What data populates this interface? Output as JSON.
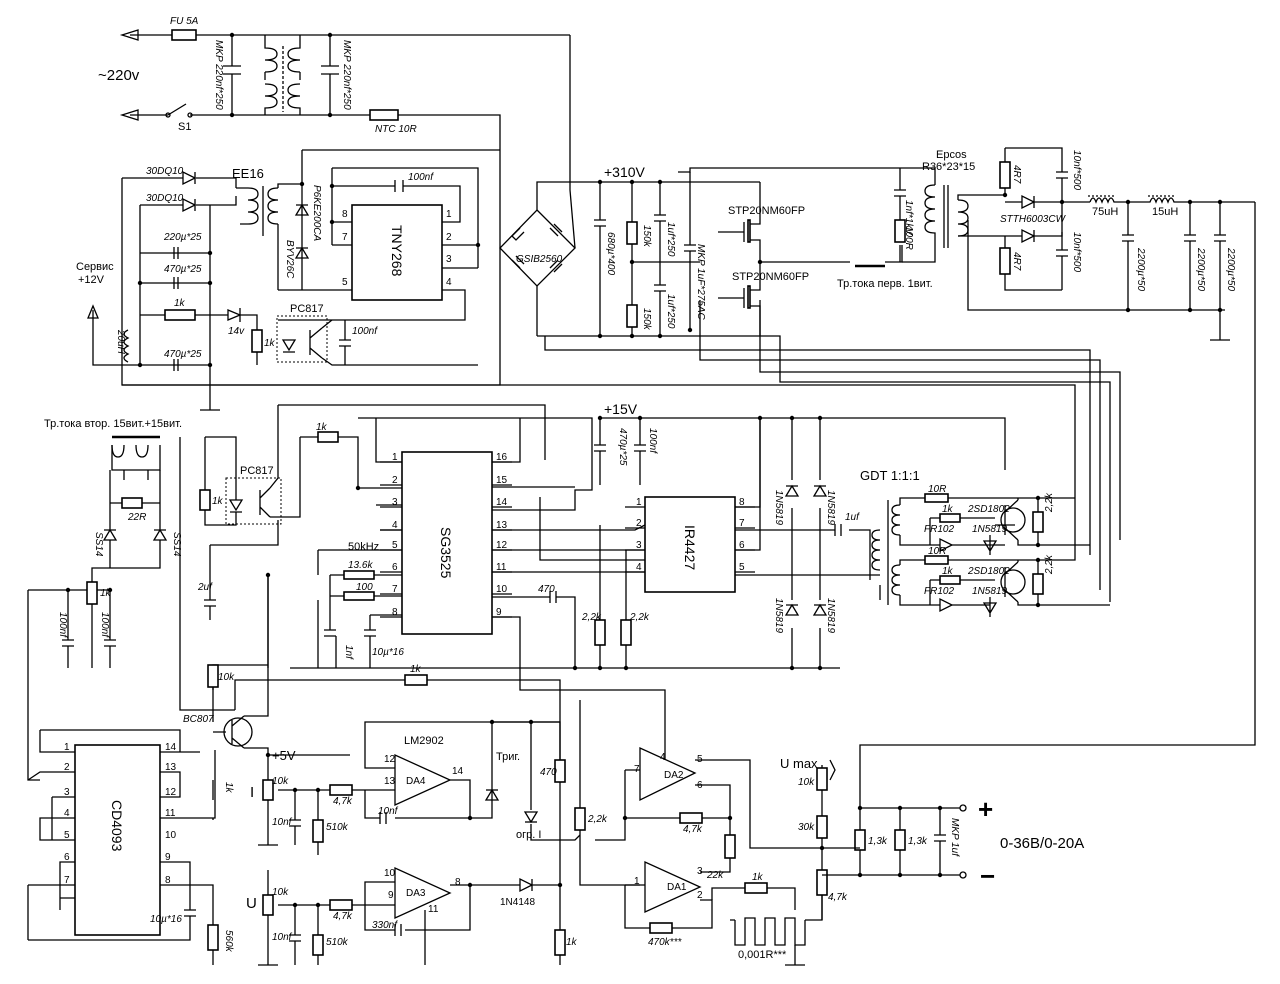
{
  "mains": {
    "voltage": "~220v",
    "fuse": "FU 5A",
    "switch": "S1",
    "cap1": "MKP 220nf*250",
    "cap2": "MKP 220nf*250",
    "ntc": "NTC 10R"
  },
  "standby": {
    "diode1": "30DQ10",
    "diode2": "30DQ10",
    "transformer": "EE16",
    "tvs": "P6KE200CA",
    "diode3": "BYV26C",
    "controller": "TNY268",
    "cap_top": "100nf",
    "cap1": "220µ*25",
    "cap2": "470µ*25",
    "cap3": "470µ*25",
    "res1": "1k",
    "zener": "14v",
    "res2": "1k",
    "optocoupler": "PC817",
    "cap_opto": "100nf",
    "inductor": "20uH",
    "service": "Сервис",
    "service_v": "+12V",
    "tny_pins": [
      "8",
      "7",
      "5",
      "1",
      "2",
      "3",
      "4"
    ]
  },
  "power": {
    "rail": "+310V",
    "bridge": "GSIB2560",
    "bulk_cap": "680µ*400",
    "r1": "150k",
    "r2": "150k",
    "c1": "1uf*250",
    "c2": "1uf*250",
    "c3": "MKP 1uF*275AC",
    "mosfet1": "STP20NM60FP",
    "mosfet2": "STP20NM60FP",
    "ct_primary": "Тр.тока перв. 1вит.",
    "snub_c": "1nf*1kV",
    "snub_r": "100R",
    "core": "Epcos",
    "core_size": "R36*23*15",
    "sec_r1": "4R7",
    "sec_r2": "4R7",
    "sec_c1": "10nf*500",
    "sec_c2": "10nf*500",
    "rect_diode": "STTH6003CW",
    "l1": "75uH",
    "l2": "15uH",
    "out_c1": "2200µ*50",
    "out_c2": "2200µ*50",
    "out_c3": "2200µ*50"
  },
  "control": {
    "rail15": "+15V",
    "c15a": "470µ*25",
    "c15b": "100nf",
    "ct_secondary": "Тр.тока втор. 15вит.+15вит.",
    "r22": "22R",
    "ss1": "SS14",
    "ss2": "SS14",
    "r1k": "1k",
    "c_a": "100nf",
    "c_b": "100nf",
    "opto": "PC817",
    "r_opto": "1k",
    "r_fb": "1k",
    "c2uf": "2uf",
    "pwm": "SG3525",
    "freq": "50kHz",
    "rt": "13.6k",
    "rd": "100",
    "ct": "1nf",
    "css": "10µ*16",
    "c470": "470",
    "r22a": "2,2k",
    "r22b": "2,2k",
    "driver": "IR4427",
    "coupling": "1uf",
    "d1": "1N5819",
    "d2": "1N5819",
    "d3": "1N5819",
    "d4": "1N5819",
    "sg_pins_left": [
      "1",
      "2",
      "3",
      "4",
      "5",
      "6",
      "7",
      "8"
    ],
    "sg_pins_right": [
      "16",
      "15",
      "14",
      "13",
      "12",
      "11",
      "10",
      "9"
    ],
    "ir_pins_left": [
      "1",
      "2",
      "3",
      "4"
    ],
    "ir_pins_right": [
      "8",
      "7",
      "6",
      "5"
    ]
  },
  "gdt": {
    "title": "GDT 1:1:1",
    "r10a": "10R",
    "r1ka": "1k",
    "fr1": "FR102",
    "sd1": "1N5819",
    "tr1": "2SD1802",
    "r22ka": "2,2k",
    "r10b": "10R",
    "r1kb": "1k",
    "fr2": "FR102",
    "sd2": "1N5819",
    "tr2": "2SD1802",
    "r22kb": "2,2k"
  },
  "regulation": {
    "logic": "CD4093",
    "logic_pins_left": [
      "1",
      "2",
      "3",
      "4",
      "5",
      "6",
      "7"
    ],
    "logic_pins_right": [
      "14",
      "13",
      "12",
      "11",
      "10",
      "9",
      "8"
    ],
    "r10k": "10k",
    "r1k_a": "1k",
    "c10u": "10µ*16",
    "r560k": "560k",
    "transistor": "BC807",
    "rail5": "+5V",
    "r1k_top": "1k",
    "pot_i": "I",
    "pot_i_val": "10k",
    "c10n_i": "10nf",
    "r47k_i": "4,7k",
    "r510k_i": "510k",
    "pot_u": "U",
    "pot_u_val": "10k",
    "c10n_u": "10nf",
    "r47k_u": "4,7k",
    "r510k_u": "510k",
    "opamp": "LM2902",
    "da4": "DA4",
    "da3": "DA3",
    "da2": "DA2",
    "da1": "DA1",
    "c10nf": "10nf",
    "c330": "330nf",
    "trig": "Триг.",
    "lim": "огр. I",
    "r470": "470",
    "r1k_b": "1k",
    "diode": "1N4148",
    "r22k_a": "2,2k",
    "r47k_fb": "4,7k",
    "r22k_b": "22k",
    "r470k": "470k***",
    "r1k_s": "1k",
    "shunt": "0,001R***",
    "umax": "U max",
    "r10k_u": "10k",
    "r30k": "30k",
    "r47k_d": "4,7k",
    "r13k_a": "1,3k",
    "r13k_b": "1,3k",
    "c_out": "MKP 1uf",
    "plus": "+",
    "minus": "−",
    "output": "0-36B/0-20A",
    "da4_pins": [
      "12",
      "13",
      "14"
    ],
    "da3_pins": [
      "10",
      "9",
      "8",
      "11"
    ],
    "da2_pins": [
      "7",
      "6",
      "5",
      "4"
    ],
    "da1_pins": [
      "1",
      "2",
      "3"
    ]
  }
}
